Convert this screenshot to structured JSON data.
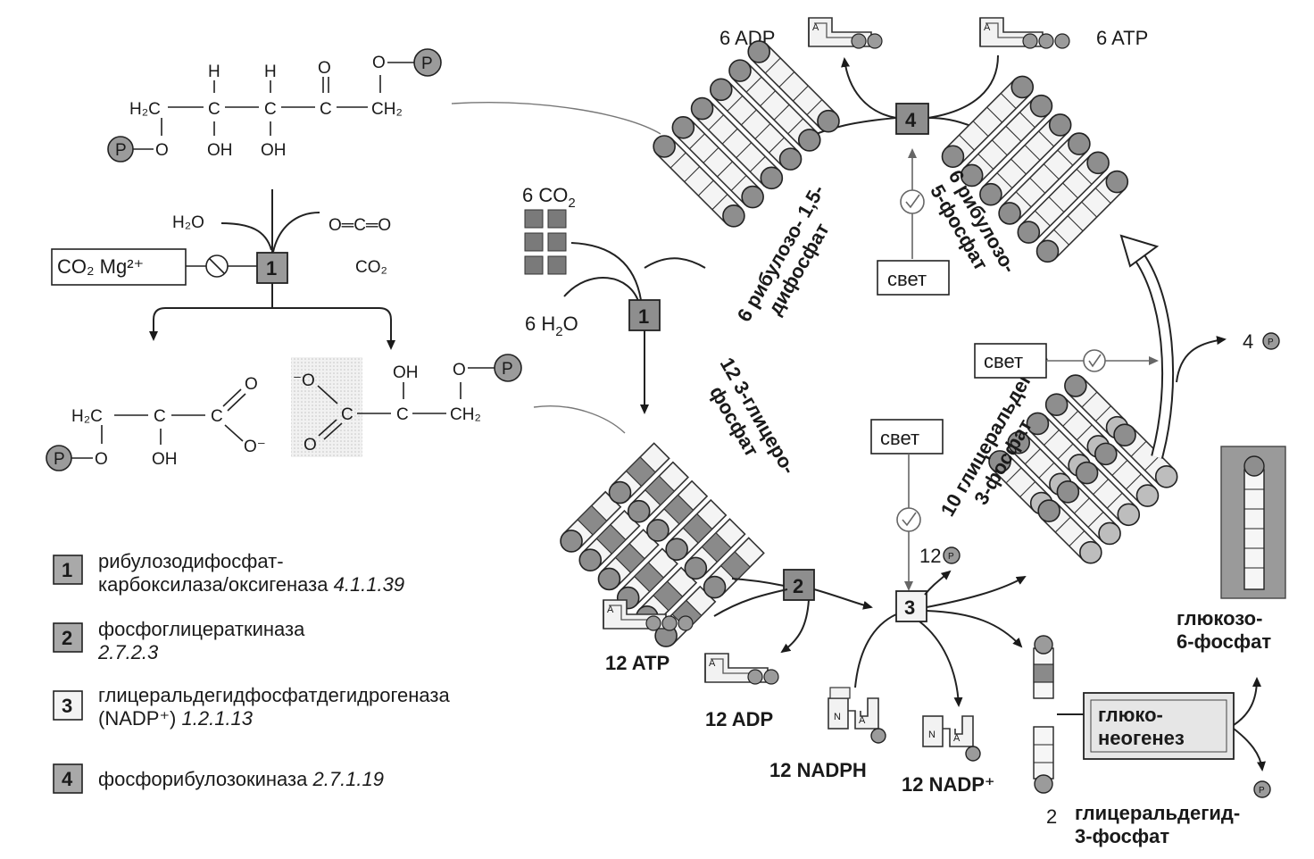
{
  "chem": {
    "ribulose_bisphosphate": {
      "p_left": "P",
      "h2c": "H₂C",
      "c1": "C",
      "c2": "C",
      "c3": "C",
      "ch2": "CH₂",
      "h1": "H",
      "h2": "H",
      "o_top": "O",
      "o_link": "O",
      "p_right": "P",
      "o_left": "O",
      "oh1": "OH",
      "oh2": "OH"
    },
    "enzyme_one": {
      "h2o": "H₂O",
      "co2_formula": "O═C═O",
      "co2_label": "CO₂",
      "activator": "CO₂ Mg²⁺",
      "box": "1"
    },
    "pga_left": {
      "h2c": "H₂C",
      "c1": "C",
      "c2": "C",
      "o_top": "O",
      "o_minus": "O⁻",
      "o_link": "O",
      "p": "P",
      "oh": "OH"
    },
    "pga_right": {
      "o_minus": "⁻O",
      "c1": "C",
      "c2": "C",
      "ch2": "CH₂",
      "o_bottom": "O",
      "oh": "OH",
      "o_link": "O",
      "p": "P"
    }
  },
  "cycle": {
    "adp_top": "6 ADP",
    "atp_top": "6 ATP",
    "co2_in": "6 CO",
    "co2_sub": "2",
    "h2o_in": "6 H",
    "h2o_sub": "2",
    "h2o_end": "O",
    "rubp_label_line1": "6 рибулозо- 1,5-",
    "rubp_label_line2": "дифосфат",
    "ru5p_label_line1": "6  рибулозо-",
    "ru5p_label_line2": "5-фосфат",
    "pga_label_line1": "12   3-глицеро-",
    "pga_label_line2": "фосфат",
    "g3p_label_line1": "10 глицеральдегид-",
    "g3p_label_line2": "3-фосфат",
    "light1": "свет",
    "light2": "свет",
    "light3": "свет",
    "pi_out_4": "4",
    "pi_out_12": "12",
    "p_symbol": "P",
    "atp_12": "12 ATP",
    "adp_12": "12 ADP",
    "nadph_12": "12 NADPH",
    "nadp_12": "12 NADP⁺",
    "glucose_label_line1": "глюкозо-",
    "glucose_label_line2": "6-фосфат",
    "gluconeogenesis_line1": "глюко-",
    "gluconeogenesis_line2": "неогенез",
    "g3p_two_num": "2",
    "g3p_two_line1": "глицеральдегид-",
    "g3p_two_line2": "3-фосфат",
    "box1": "1",
    "box2": "2",
    "box3": "3",
    "box4": "4",
    "nuc_a": "A",
    "nuc_n": "N"
  },
  "legend": [
    {
      "num": "1",
      "line1": "рибулозодифосфат-",
      "line2": "карбоксилаза/оксигеназа",
      "ec": "4.1.1.39"
    },
    {
      "num": "2",
      "line1": "фосфоглицераткиназа",
      "line2": "",
      "ec": "2.7.2.3"
    },
    {
      "num": "3",
      "line1": "глицеральдегидфосфатдегидрогеназа",
      "line2": "(NADP⁺)",
      "ec": "1.2.1.13"
    },
    {
      "num": "4",
      "line1": "фосфорибулозокиназа",
      "line2": "",
      "ec": "2.7.1.19"
    }
  ]
}
